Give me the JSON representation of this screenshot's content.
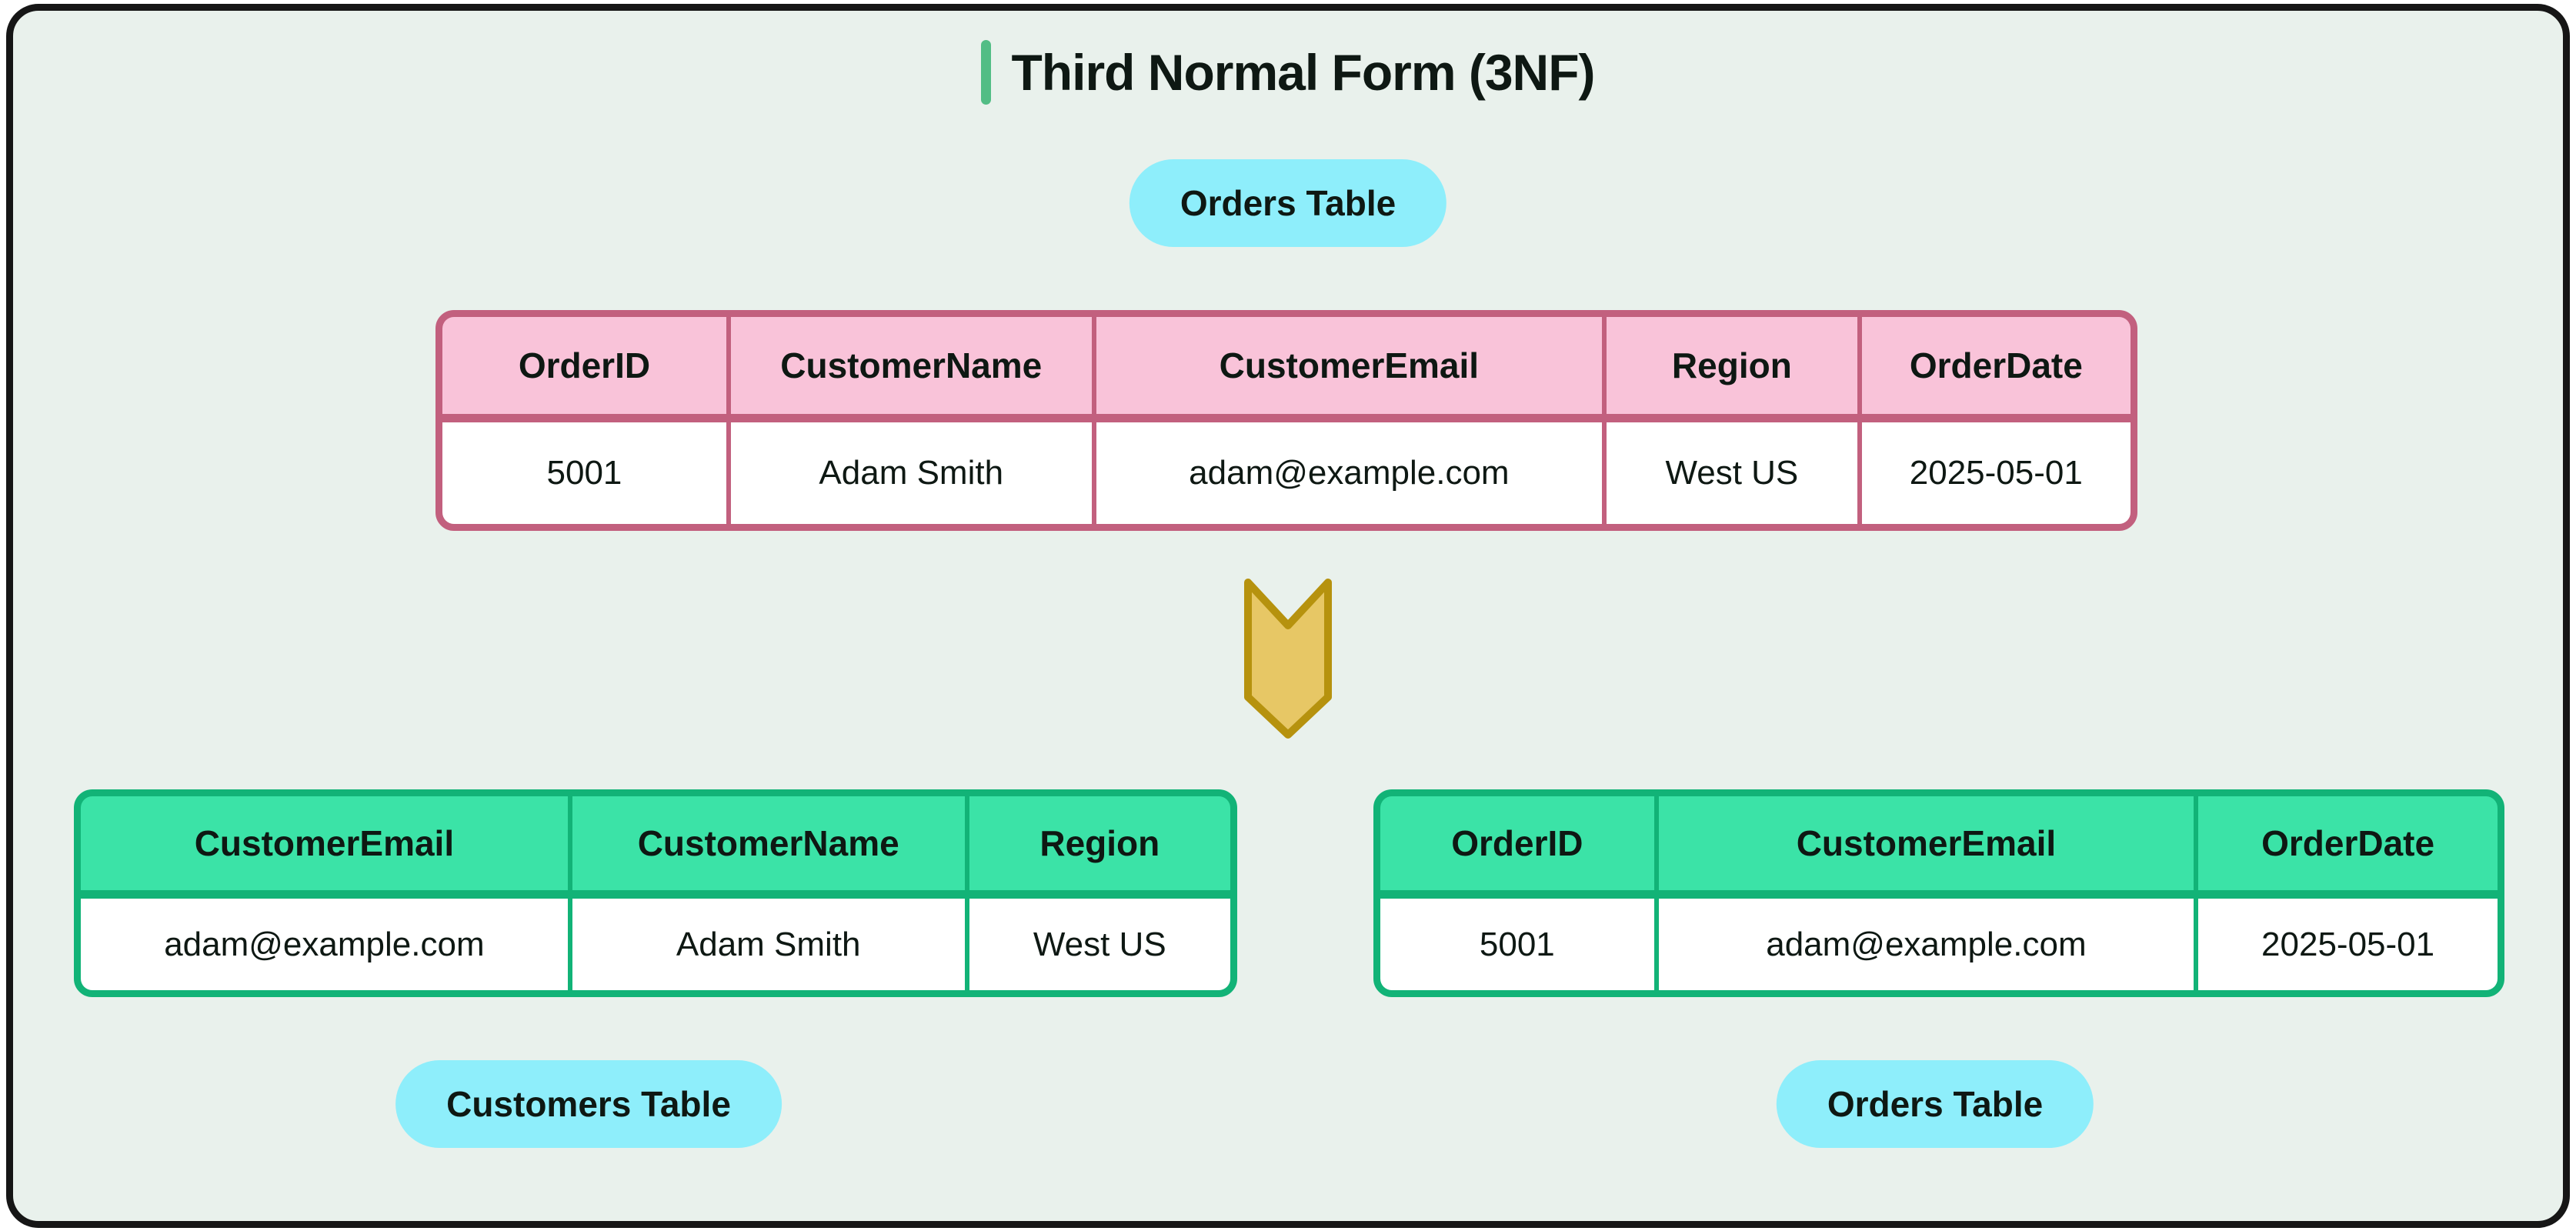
{
  "title": "Third Normal Form (3NF)",
  "colors": {
    "canvas_bg": "#e9f1ec",
    "frame_border": "#161616",
    "text": "#0e1813",
    "accent_bar": "#52bd85",
    "badge_bg": "#8eeefb",
    "pink_border": "#c2607e",
    "pink_header_bg": "#f9c3d9",
    "green_border": "#12b377",
    "green_header_bg": "#3be3a7",
    "cell_bg": "#ffffff",
    "arrow_fill": "#e7c765",
    "arrow_stroke": "#b6920e"
  },
  "icons": {
    "transform_arrow": "down-chevron-arrow-icon"
  },
  "source": {
    "badge": "Orders Table",
    "headers": [
      "OrderID",
      "CustomerName",
      "CustomerEmail",
      "Region",
      "OrderDate"
    ],
    "row": [
      "5001",
      "Adam Smith",
      "adam@example.com",
      "West US",
      "2025-05-01"
    ]
  },
  "customers": {
    "badge": "Customers Table",
    "headers": [
      "CustomerEmail",
      "CustomerName",
      "Region"
    ],
    "row": [
      "adam@example.com",
      "Adam Smith",
      "West US"
    ]
  },
  "orders": {
    "badge": "Orders Table",
    "headers": [
      "OrderID",
      "CustomerEmail",
      "OrderDate"
    ],
    "row": [
      "5001",
      "adam@example.com",
      "2025-05-01"
    ]
  }
}
